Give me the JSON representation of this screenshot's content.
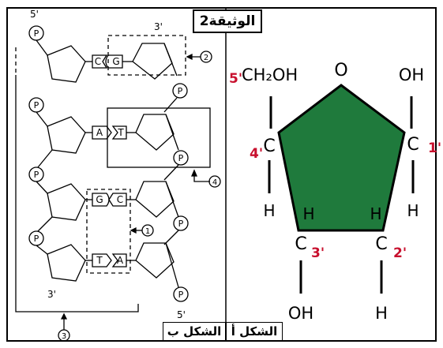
{
  "document_title": "الوثيقة2",
  "figure_a": {
    "caption": "الشكل أ",
    "atoms": {
      "ring_oxygen": "O",
      "c1": "C",
      "c2": "C",
      "c3": "C",
      "c4": "C",
      "oh_c1": "OH",
      "oh_c2": "H",
      "oh_c3": "OH",
      "h_c1": "H",
      "h_c2": "H",
      "h_c3": "H",
      "h_c4": "H",
      "ch2oh": "CH₂OH"
    },
    "numbers": {
      "n1": "1'",
      "n2": "2'",
      "n3": "3'",
      "n4": "4'",
      "n5": "5'"
    },
    "colors": {
      "ring_fill": "#1f7a3c",
      "number_color": "#c8102e"
    }
  },
  "figure_b": {
    "caption": "الشكل ب",
    "end_labels": {
      "top_left": "5'",
      "top_right": "3'",
      "bottom_left": "3'",
      "bottom_right": "5'"
    },
    "phosphate": "P",
    "pairs": [
      {
        "left": "C",
        "right": "G"
      },
      {
        "left": "A",
        "right": "T"
      },
      {
        "left": "G",
        "right": "C"
      },
      {
        "left": "T",
        "right": "A"
      }
    ],
    "callouts": [
      "2",
      "4",
      "1",
      "3"
    ]
  }
}
